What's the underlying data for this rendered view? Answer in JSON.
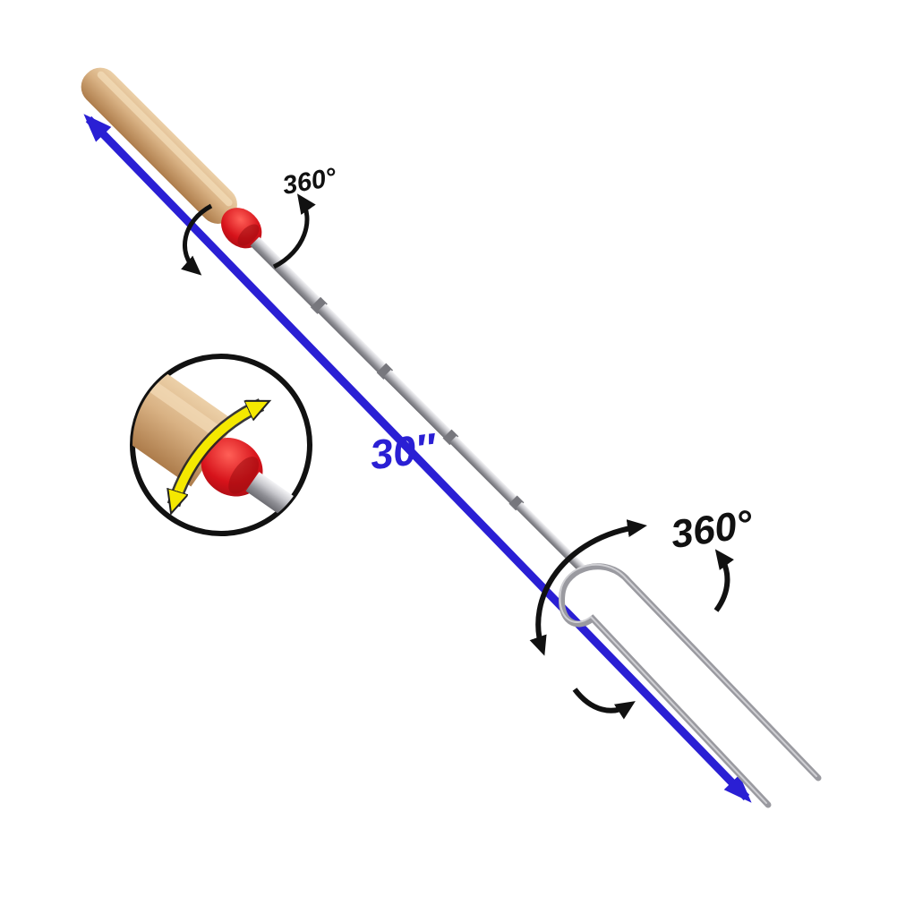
{
  "figure": {
    "kind": "annotated-product-photo",
    "subject": "telescoping-campfire-roasting-fork",
    "background": "#ffffff"
  },
  "labels": {
    "length": "30″",
    "handle_rotation": "360°",
    "fork_rotation": "360°"
  },
  "colors": {
    "measure_arrow": "#2a1fd4",
    "label_blue": "#2a1fd4",
    "annotation_black": "#111111",
    "wood": "#d9b284",
    "collar_red": "#d6121a",
    "steel": "#9a9aa0",
    "inset_ring": "#111111",
    "inset_arrow_yellow": "#f4e800"
  }
}
